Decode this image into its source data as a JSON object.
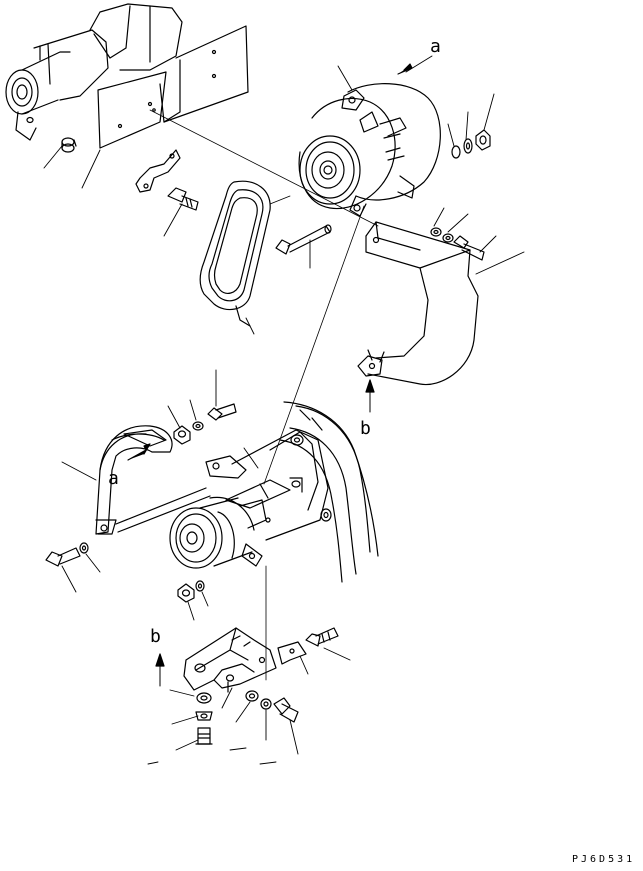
{
  "callouts": {
    "a_top": "a",
    "a_mid": "a",
    "b_right": "b",
    "b_left": "b"
  },
  "drawing_code": "PJ6D531",
  "colors": {
    "line": "#000000",
    "background": "#ffffff"
  }
}
